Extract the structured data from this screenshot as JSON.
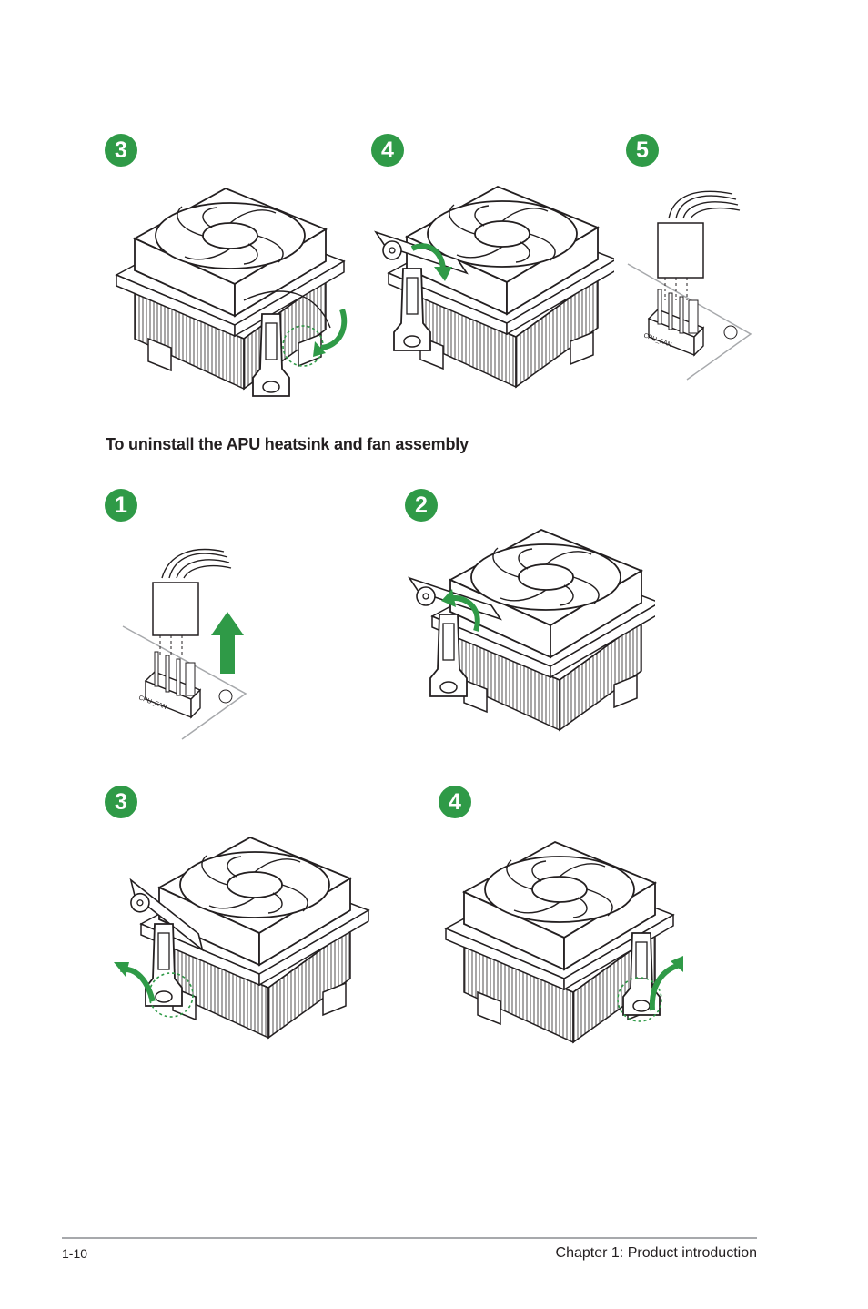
{
  "install_steps": {
    "step3": {
      "number": "3"
    },
    "step4": {
      "number": "4"
    },
    "step5": {
      "number": "5",
      "connector_label": "CPU_FAN"
    }
  },
  "uninstall": {
    "heading": "To uninstall the APU heatsink and fan assembly",
    "step1": {
      "number": "1",
      "connector_label": "CPU_FAN"
    },
    "step2": {
      "number": "2"
    },
    "step3": {
      "number": "3"
    },
    "step4": {
      "number": "4"
    }
  },
  "footer": {
    "page_number": "1-10",
    "chapter": "Chapter 1: Product introduction"
  },
  "colors": {
    "accent_green": "#2f9a47",
    "line": "#231f20",
    "rule": "#a7a9ac"
  }
}
